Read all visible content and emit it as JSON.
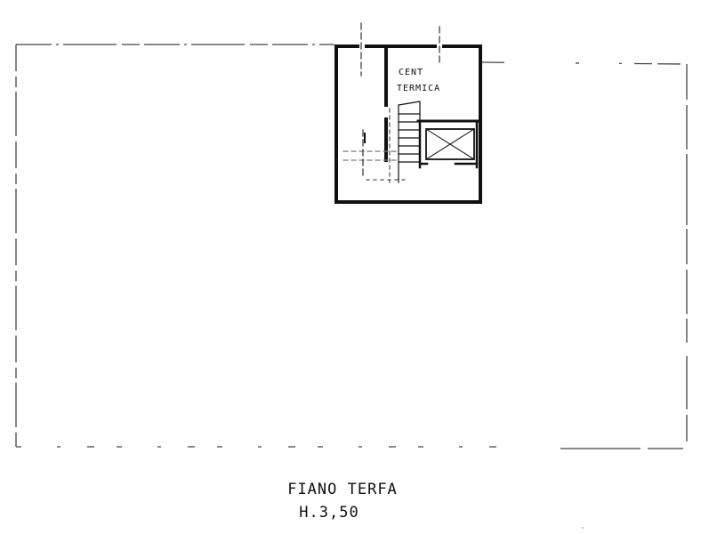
{
  "rooms": {
    "boiler_line1": "CENT",
    "boiler_line2": "TERMICA"
  },
  "caption": {
    "floor_name": "FIANO TERFA",
    "floor_height": "H.3,50"
  },
  "colors": {
    "ink": "#111111",
    "faint": "#555555",
    "background": "#ffffff"
  }
}
